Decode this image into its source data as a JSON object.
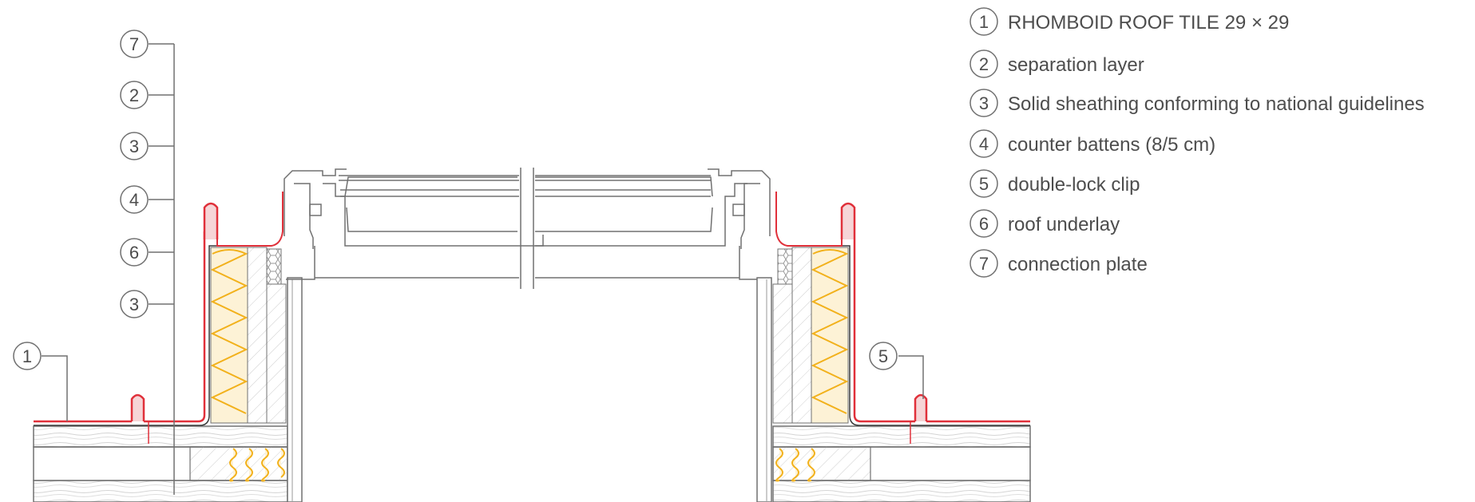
{
  "legend": [
    {
      "number": "1",
      "text": "RHOMBOID ROOF TILE 29 × 29"
    },
    {
      "number": "2",
      "text": "separation layer"
    },
    {
      "number": "3",
      "text": "Solid sheathing conforming to national guidelines"
    },
    {
      "number": "4",
      "text": "counter battens (8/5 cm)"
    },
    {
      "number": "5",
      "text": "double-lock clip"
    },
    {
      "number": "6",
      "text": "roof underlay"
    },
    {
      "number": "7",
      "text": "connection plate"
    }
  ],
  "callouts_left_column": [
    "7",
    "2",
    "3",
    "4",
    "6",
    "3"
  ],
  "callout_left_bottom": "1",
  "callout_right": "5",
  "colors": {
    "line": "#707070",
    "text": "#4d4d4d",
    "metal": "#e0303a",
    "metal_fill": "#f6d5d7",
    "insulation": "#f2b11b",
    "insulation_fill": "#fdf2d6",
    "wood_hatch": "#c8c8c8"
  }
}
